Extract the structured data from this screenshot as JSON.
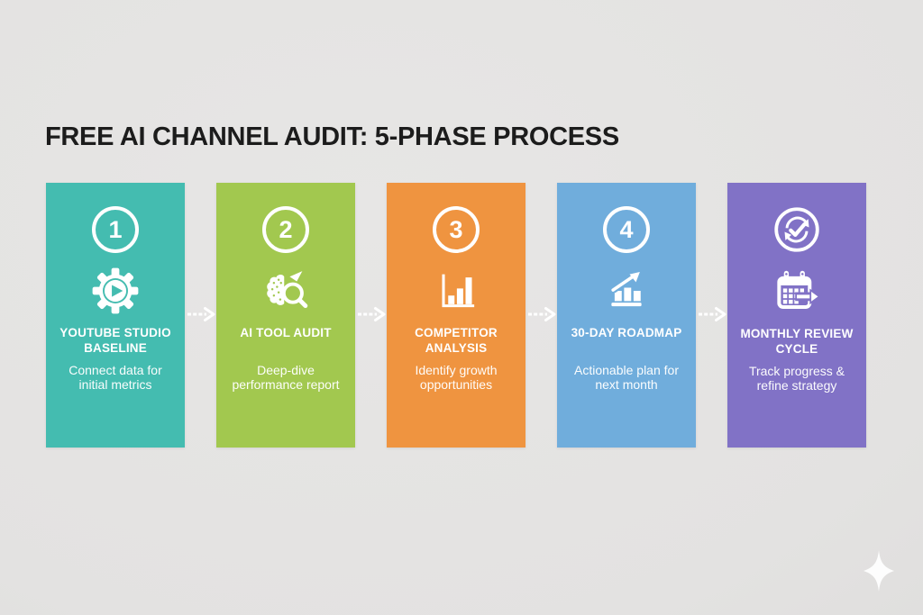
{
  "page": {
    "title": "FREE AI CHANNEL AUDIT: 5-PHASE PROCESS",
    "title_color": "#1c1c1c",
    "background_color": "#e5e4e3"
  },
  "phases": [
    {
      "number": "1",
      "icon": "youtube-gear-play-icon",
      "title": "YOUTUBE STUDIO BASELINE",
      "description": "Connect data for initial metrics",
      "color": "#44bcb0"
    },
    {
      "number": "2",
      "icon": "brain-magnifier-icon",
      "title": "AI TOOL AUDIT",
      "description": "Deep-dive performance report",
      "color": "#a2c84f"
    },
    {
      "number": "3",
      "icon": "bar-chart-icon",
      "title": "COMPETITOR ANALYSIS",
      "description": "Identify growth opportunities",
      "color": "#ef9440"
    },
    {
      "number": "4",
      "icon": "growth-chart-icon",
      "title": "30-DAY ROADMAP",
      "description": "Actionable plan for next month",
      "color": "#70addc"
    },
    {
      "badge_icon": "sync-check-icon",
      "icon": "calendar-arrow-icon",
      "title": "MONTHLY REVIEW CYCLE",
      "description": "Track progress & refine strategy",
      "color": "#8172c6"
    }
  ],
  "connector": {
    "icon": "arrow-icon",
    "color": "#ffffff"
  },
  "decor": {
    "icon": "sparkle-icon",
    "color": "#ffffff"
  }
}
